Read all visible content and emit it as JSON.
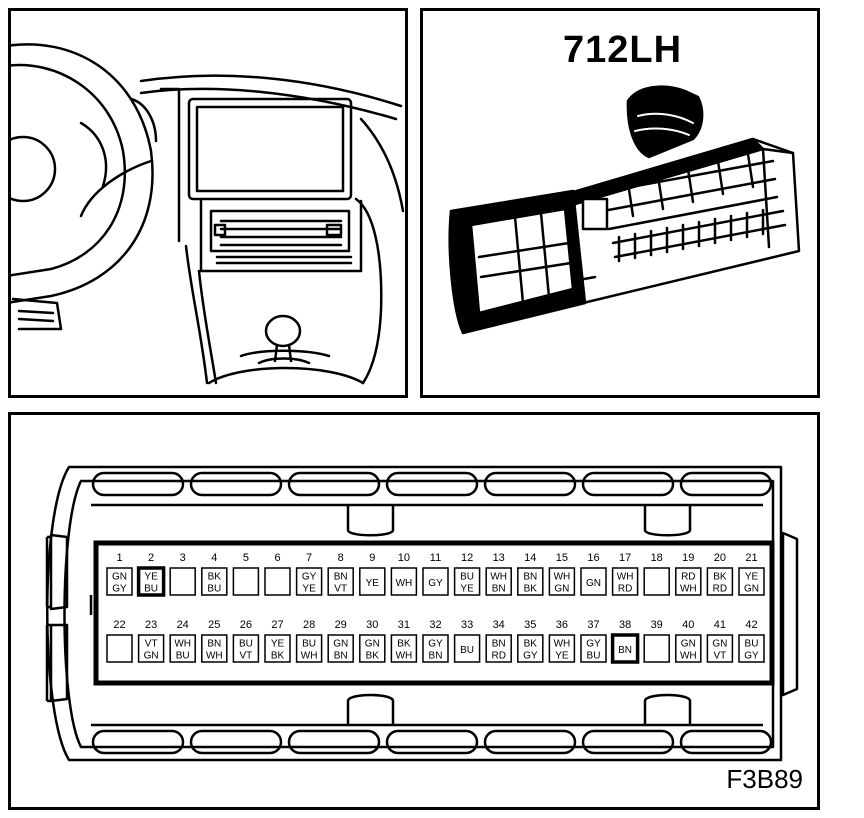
{
  "connector_name": "712LH",
  "figure_ref": "F3B89",
  "pins": [
    {
      "num": "1",
      "top": "GN",
      "bottom": "GY",
      "highlight": false
    },
    {
      "num": "2",
      "top": "YE",
      "bottom": "BU",
      "highlight": true
    },
    {
      "num": "3",
      "top": "",
      "bottom": "",
      "highlight": false
    },
    {
      "num": "4",
      "top": "BK",
      "bottom": "BU",
      "highlight": false
    },
    {
      "num": "5",
      "top": "",
      "bottom": "",
      "highlight": false
    },
    {
      "num": "6",
      "top": "",
      "bottom": "",
      "highlight": false
    },
    {
      "num": "7",
      "top": "GY",
      "bottom": "YE",
      "highlight": false
    },
    {
      "num": "8",
      "top": "BN",
      "bottom": "VT",
      "highlight": false
    },
    {
      "num": "9",
      "top": "YE",
      "bottom": "",
      "highlight": false
    },
    {
      "num": "10",
      "top": "WH",
      "bottom": "",
      "highlight": false
    },
    {
      "num": "11",
      "top": "GY",
      "bottom": "",
      "highlight": false
    },
    {
      "num": "12",
      "top": "BU",
      "bottom": "YE",
      "highlight": false
    },
    {
      "num": "13",
      "top": "WH",
      "bottom": "BN",
      "highlight": false
    },
    {
      "num": "14",
      "top": "BN",
      "bottom": "BK",
      "highlight": false
    },
    {
      "num": "15",
      "top": "WH",
      "bottom": "GN",
      "highlight": false
    },
    {
      "num": "16",
      "top": "GN",
      "bottom": "",
      "highlight": false
    },
    {
      "num": "17",
      "top": "WH",
      "bottom": "RD",
      "highlight": false
    },
    {
      "num": "18",
      "top": "",
      "bottom": "",
      "highlight": false
    },
    {
      "num": "19",
      "top": "RD",
      "bottom": "WH",
      "highlight": false
    },
    {
      "num": "20",
      "top": "BK",
      "bottom": "RD",
      "highlight": false
    },
    {
      "num": "21",
      "top": "YE",
      "bottom": "GN",
      "highlight": false
    },
    {
      "num": "22",
      "top": "",
      "bottom": "",
      "highlight": false
    },
    {
      "num": "23",
      "top": "VT",
      "bottom": "GN",
      "highlight": false
    },
    {
      "num": "24",
      "top": "WH",
      "bottom": "BU",
      "highlight": false
    },
    {
      "num": "25",
      "top": "BN",
      "bottom": "WH",
      "highlight": false
    },
    {
      "num": "26",
      "top": "BU",
      "bottom": "VT",
      "highlight": false
    },
    {
      "num": "27",
      "top": "YE",
      "bottom": "BK",
      "highlight": false
    },
    {
      "num": "28",
      "top": "BU",
      "bottom": "WH",
      "highlight": false
    },
    {
      "num": "29",
      "top": "GN",
      "bottom": "BN",
      "highlight": false
    },
    {
      "num": "30",
      "top": "GN",
      "bottom": "BK",
      "highlight": false
    },
    {
      "num": "31",
      "top": "BK",
      "bottom": "WH",
      "highlight": false
    },
    {
      "num": "32",
      "top": "GY",
      "bottom": "BN",
      "highlight": false
    },
    {
      "num": "33",
      "top": "BU",
      "bottom": "",
      "highlight": false
    },
    {
      "num": "34",
      "top": "BN",
      "bottom": "RD",
      "highlight": false
    },
    {
      "num": "35",
      "top": "BK",
      "bottom": "GY",
      "highlight": false
    },
    {
      "num": "36",
      "top": "WH",
      "bottom": "YE",
      "highlight": false
    },
    {
      "num": "37",
      "top": "GY",
      "bottom": "BU",
      "highlight": false
    },
    {
      "num": "38",
      "top": "BN",
      "bottom": "",
      "highlight": true
    },
    {
      "num": "39",
      "top": "",
      "bottom": "",
      "highlight": false
    },
    {
      "num": "40",
      "top": "GN",
      "bottom": "WH",
      "highlight": false
    },
    {
      "num": "41",
      "top": "GN",
      "bottom": "VT",
      "highlight": false
    },
    {
      "num": "42",
      "top": "BU",
      "bottom": "GY",
      "highlight": false
    }
  ]
}
